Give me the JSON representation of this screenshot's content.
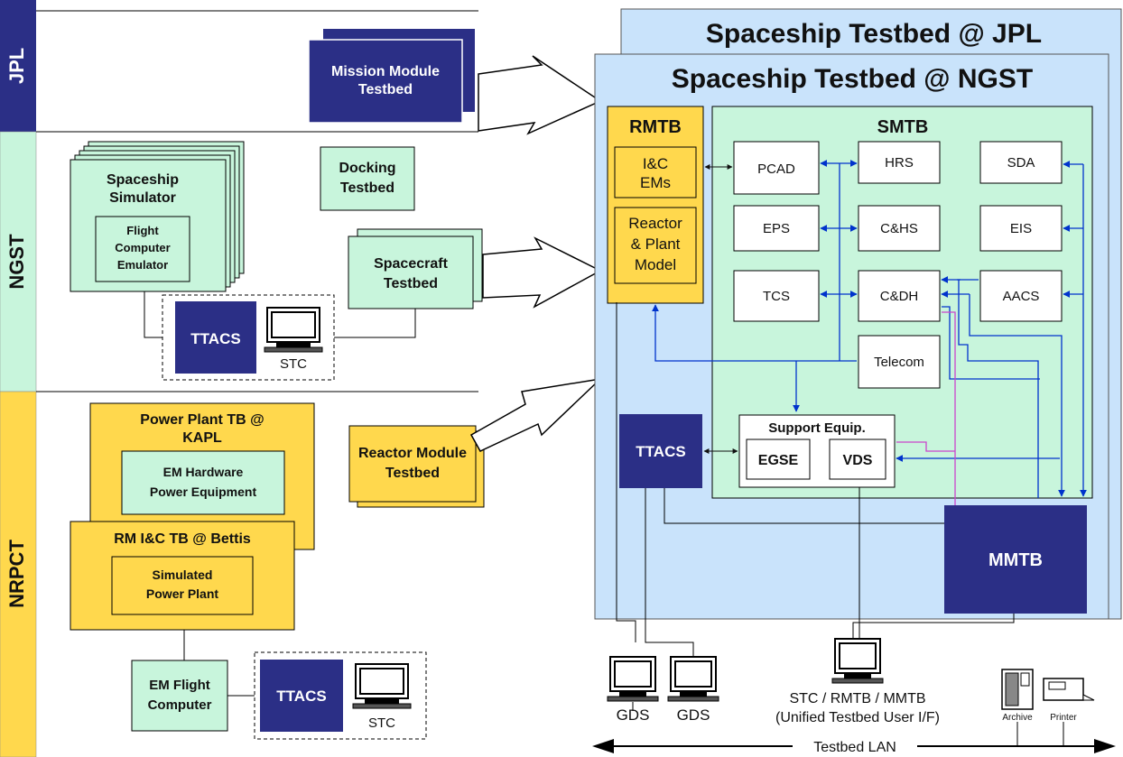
{
  "colors": {
    "navy": "#2b2f86",
    "mint": "#c8f5dc",
    "yellow": "#ffd84d",
    "sky": "#c9e3fb",
    "blue": "#0033cc",
    "magenta": "#cc44cc"
  },
  "lanes": {
    "jpl": "JPL",
    "ngst": "NGST",
    "nrpct": "NRPCT"
  },
  "jpl": {
    "mission_module": [
      "Mission Module",
      "Testbed"
    ]
  },
  "ngst": {
    "spaceship_sim": [
      "Spaceship",
      "Simulator"
    ],
    "flight_computer": [
      "Flight",
      "Computer",
      "Emulator"
    ],
    "docking": [
      "Docking",
      "Testbed"
    ],
    "spacecraft": [
      "Spacecraft",
      "Testbed"
    ],
    "ttacs": "TTACS",
    "stc": "STC"
  },
  "nrpct": {
    "power_plant": [
      "Power Plant TB @",
      "KAPL"
    ],
    "em_hardware": [
      "EM Hardware",
      "Power Equipment"
    ],
    "rm_ic": "RM I&C TB @ Bettis",
    "sim_power": [
      "Simulated",
      "Power Plant"
    ],
    "reactor_module": [
      "Reactor Module",
      "Testbed"
    ],
    "em_flight": [
      "EM Flight",
      "Computer"
    ],
    "ttacs": "TTACS",
    "stc": "STC"
  },
  "right": {
    "jpl_title": "Spaceship Testbed @ JPL",
    "ngst_title": "Spaceship Testbed @ NGST",
    "rmtb": "RMTB",
    "ic_ems": [
      "I&C",
      "EMs"
    ],
    "reactor_model": [
      "Reactor",
      "& Plant",
      "Model"
    ],
    "smtb": "SMTB",
    "subsystems": [
      "PCAD",
      "HRS",
      "SDA",
      "EPS",
      "C&HS",
      "EIS",
      "TCS",
      "C&DH",
      "AACS",
      "Telecom"
    ],
    "support": "Support Equip.",
    "egse": "EGSE",
    "vds": "VDS",
    "ttacs": "TTACS",
    "mmtb": "MMTB"
  },
  "bottom": {
    "gds": "GDS",
    "stc_line": "STC / RMTB / MMTB",
    "unified": "(Unified Testbed User I/F)",
    "archive": "Archive",
    "printer": "Printer",
    "lan": "Testbed LAN"
  }
}
